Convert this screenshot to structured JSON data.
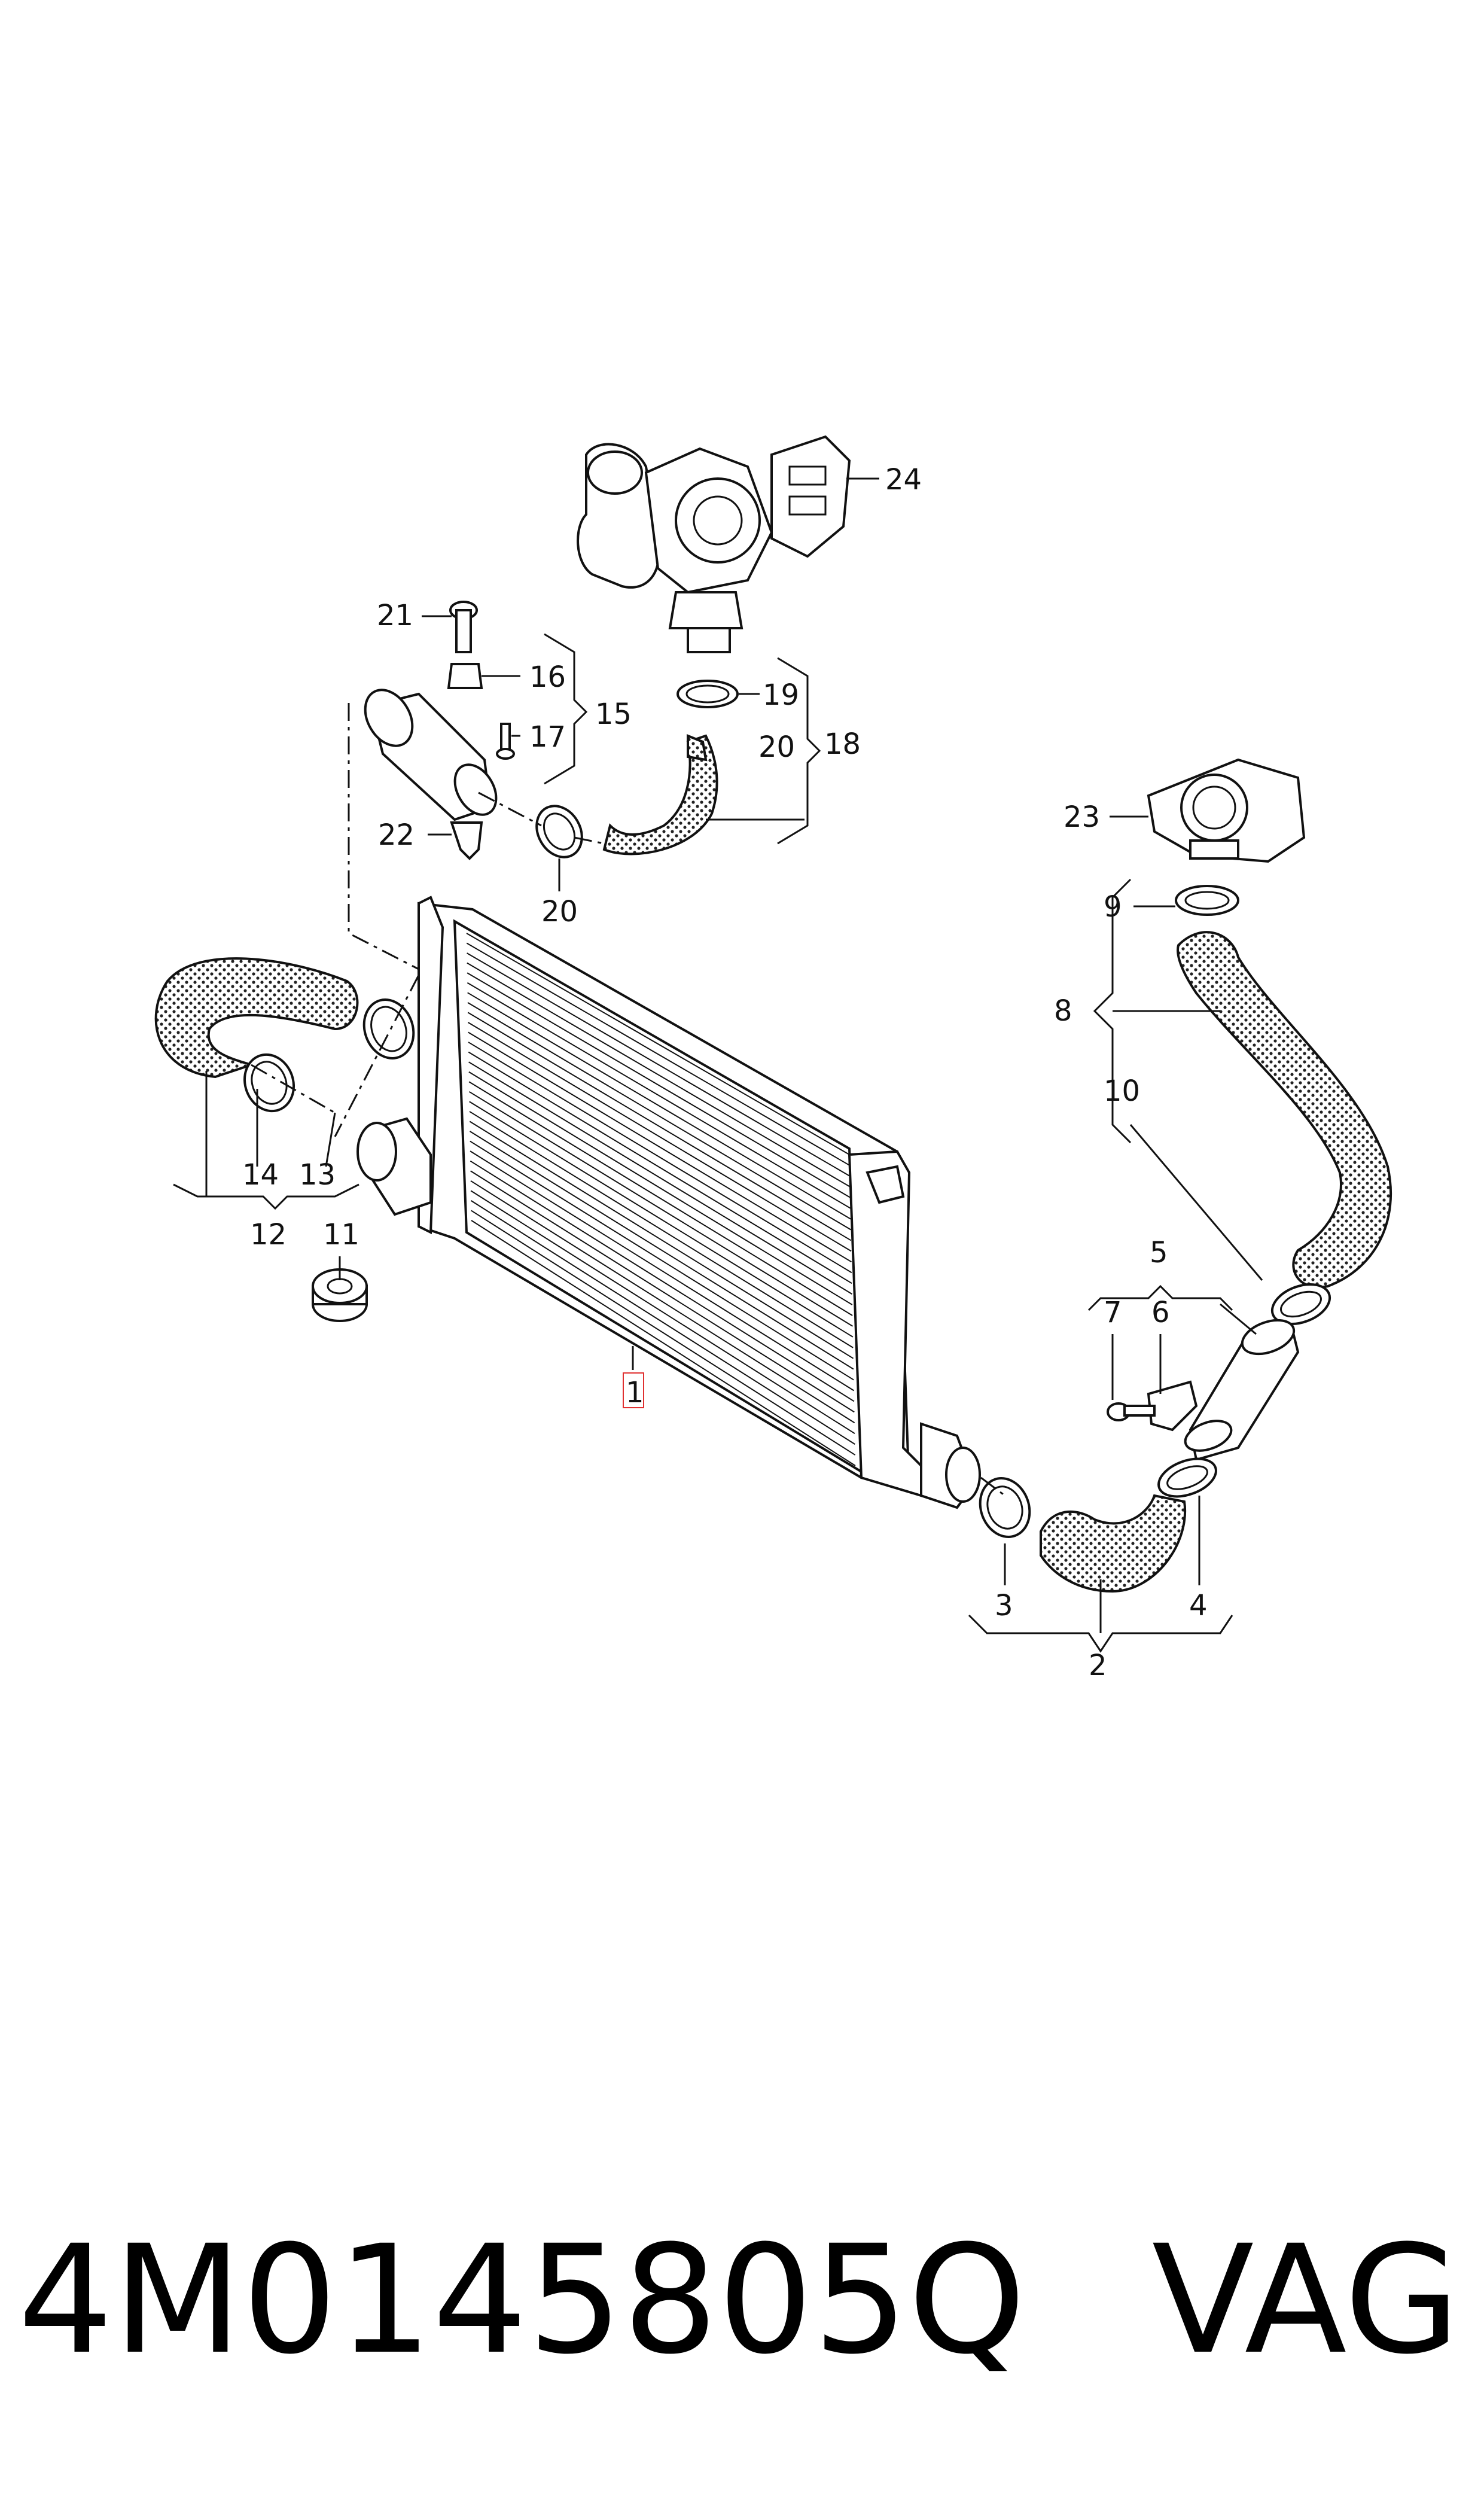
{
  "diagram": {
    "callouts": {
      "c1": "1",
      "c2": "2",
      "c3": "3",
      "c4": "4",
      "c5": "5",
      "c6": "6",
      "c7": "7",
      "c8": "8",
      "c9": "9",
      "c10": "10",
      "c11": "11",
      "c12": "12",
      "c13": "13",
      "c14": "14",
      "c15": "15",
      "c16": "16",
      "c17": "17",
      "c18": "18",
      "c19": "19",
      "c20a": "20",
      "c20b": "20",
      "c21": "21",
      "c22": "22",
      "c23": "23",
      "c24": "24"
    },
    "highlight_color": "#e03030"
  },
  "footer": {
    "part_number": "4M0145805Q",
    "brand": "VAG"
  }
}
